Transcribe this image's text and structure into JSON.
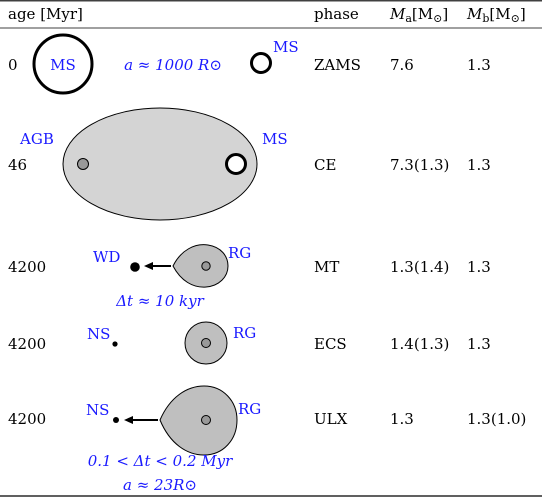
{
  "header": {
    "age": "age [Myr]",
    "phase": "phase",
    "ma": "M",
    "ma_sub": "a",
    "ma_unit": "[M",
    "ma_sun": "⊙",
    "ma_close": "]",
    "mb": "M",
    "mb_sub": "b",
    "mb_unit": "[M",
    "mb_sun": "⊙",
    "mb_close": "]"
  },
  "rows": [
    {
      "age": "0",
      "phase": "ZAMS",
      "ma": "7.6",
      "mb": "1.3",
      "labels": {
        "left_star": "MS",
        "right_star": "MS"
      },
      "note": "a ≈ 1000 R⊙"
    },
    {
      "age": "46",
      "phase": "CE",
      "ma": "7.3(1.3)",
      "mb": "1.3",
      "labels": {
        "left_star": "AGB",
        "right_star": "MS"
      }
    },
    {
      "age": "4200",
      "phase": "MT",
      "ma": "1.3(1.4)",
      "mb": "1.3",
      "labels": {
        "left_star": "WD",
        "right_star": "RG"
      },
      "note": "Δt ≈ 10 kyr"
    },
    {
      "age": "4200",
      "phase": "ECS",
      "ma": "1.4(1.3)",
      "mb": "1.3",
      "labels": {
        "left_star": "NS",
        "right_star": "RG"
      }
    },
    {
      "age": "4200",
      "phase": "ULX",
      "ma": "1.3",
      "mb": "1.3(1.0)",
      "labels": {
        "left_star": "NS",
        "right_star": "RG"
      },
      "note": "0.1 < Δt < 0.2 Myr",
      "note2": "a ≈ 23R⊙"
    }
  ],
  "colors": {
    "label_blue": "#1a1aff",
    "envelope_grey": "#d4d4d4",
    "donor_grey": "#bfbfbf",
    "core_grey": "#999999"
  }
}
